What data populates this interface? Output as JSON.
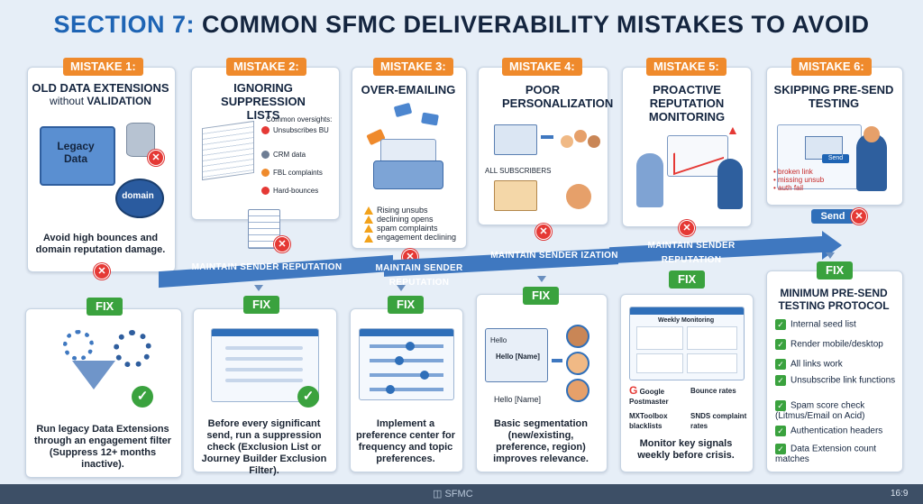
{
  "title": {
    "part1": "SECTION 7:",
    "part2": "COMMON SFMC DELIVERABILITY MISTAKES TO AVOID"
  },
  "mistakes": [
    {
      "tag": "MISTAKE 1:",
      "title_l1": "OLD DATA EXTENSIONS",
      "title_l2a": "without ",
      "title_l2b": "VALIDATION",
      "folder_label": "Legacy Data",
      "globe_label": "domain",
      "caption": "Avoid high bounces and domain reputation damage."
    },
    {
      "tag": "MISTAKE 2:",
      "title": "IGNORING SUPPRESSION LISTS",
      "oversights_title": "Common oversights:",
      "oversights": [
        "Unsubscribes BU",
        "CRM data",
        "FBL complaints",
        "Hard-bounces"
      ]
    },
    {
      "tag": "MISTAKE 3:",
      "title": "OVER-EMAILING",
      "warnings": [
        "Rising unsubs",
        "declining opens",
        "spam complaints",
        "engagement declining"
      ]
    },
    {
      "tag": "MISTAKE 4:",
      "title": "POOR PERSONALIZATION",
      "label": "ALL SUBSCRIBERS"
    },
    {
      "tag": "MISTAKE 5:",
      "title": "PROACTIVE REPUTATION MONITORING"
    },
    {
      "tag": "MISTAKE 6:",
      "title": "SKIPPING PRE-SEND TESTING",
      "send_label": "Send",
      "errors": [
        "broken link",
        "missing unsub",
        "auth fail"
      ]
    }
  ],
  "ribbon": {
    "seg1": "MAINTAIN SENDER REPUTATION",
    "seg2": "MAINTAIN SENDER REPUTATION",
    "seg3": "MAINTAIN SENDER IZATION",
    "seg4": "MAINTAIN SENDER REPUTATION"
  },
  "fix_label": "FIX",
  "fixes": [
    {
      "text": "Run legacy Data Extensions through an engagement filter (Suppress 12+ months inactive)."
    },
    {
      "text": "Before every significant send, run a suppression check (Exclusion List or Journey Builder Exclusion Filter)."
    },
    {
      "text": "Implement a preference center for frequency and topic preferences."
    },
    {
      "hello": "Hello",
      "hello_name": "Hello [Name]",
      "hello_name2": "Hello [Name]",
      "text": "Basic segmentation (new/existing, preference, region) improves relevance."
    },
    {
      "dash_title": "Weekly Monitoring",
      "signals": [
        "Google Postmaster",
        "Bounce rates",
        "MXToolbox blacklists",
        "SNDS complaint rates"
      ],
      "text": "Monitor key signals weekly before crisis."
    },
    {
      "title": "MINIMUM PRE-SEND TESTING PROTOCOL",
      "items": [
        "Internal seed list",
        "Render mobile/desktop",
        "All links work",
        "Unsubscribe link functions",
        "Spam score check (Litmus/Email on Acid)",
        "Authentication headers",
        "Data Extension count matches"
      ]
    }
  ],
  "footer": {
    "brand": "SFMC",
    "ratio": "16:9"
  },
  "colors": {
    "accent": "#1e64b4",
    "tag": "#ef8a2c",
    "fix": "#3aa23e",
    "error": "#e53935",
    "ribbon": "#3f78c0"
  }
}
